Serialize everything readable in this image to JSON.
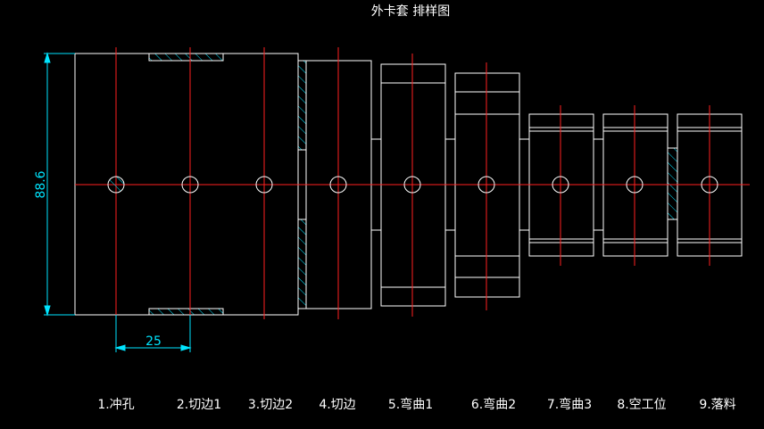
{
  "title": "外卡套  排样图",
  "dimensions": {
    "height_label": "88.6",
    "pitch_label": "25"
  },
  "stations": [
    {
      "label": "1.冲孔"
    },
    {
      "label": "2.切边1"
    },
    {
      "label": "3.切边2"
    },
    {
      "label": "4.切边"
    },
    {
      "label": "5.弯曲1"
    },
    {
      "label": "6.弯曲2"
    },
    {
      "label": "7.弯曲3"
    },
    {
      "label": "8.空工位"
    },
    {
      "label": "9.落料"
    }
  ],
  "colors": {
    "background": "#000000",
    "outline": "#ffffff",
    "centerline": "#ff2020",
    "dimension": "#00e5ff",
    "hatch": "#00e5ff",
    "text": "#ffffff"
  }
}
